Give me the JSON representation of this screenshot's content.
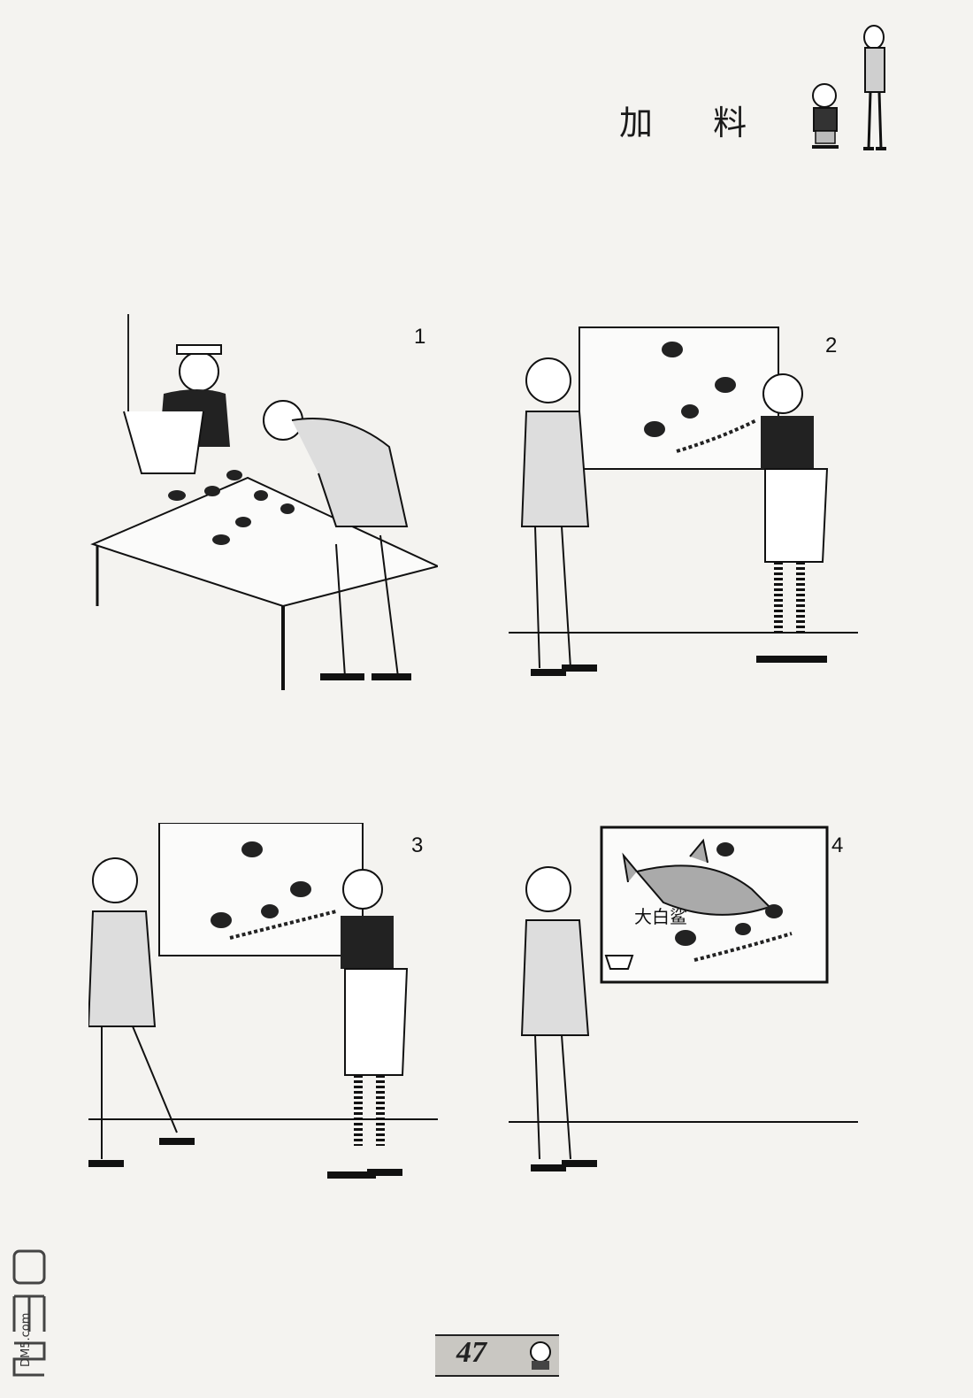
{
  "header": {
    "title": "加 料"
  },
  "panels": [
    {
      "number": "1"
    },
    {
      "number": "2"
    },
    {
      "number": "3"
    },
    {
      "number": "4",
      "painting_caption": "大白鲨"
    }
  ],
  "footer": {
    "page_number": "47"
  },
  "watermark": {
    "text": "DM5.com"
  }
}
